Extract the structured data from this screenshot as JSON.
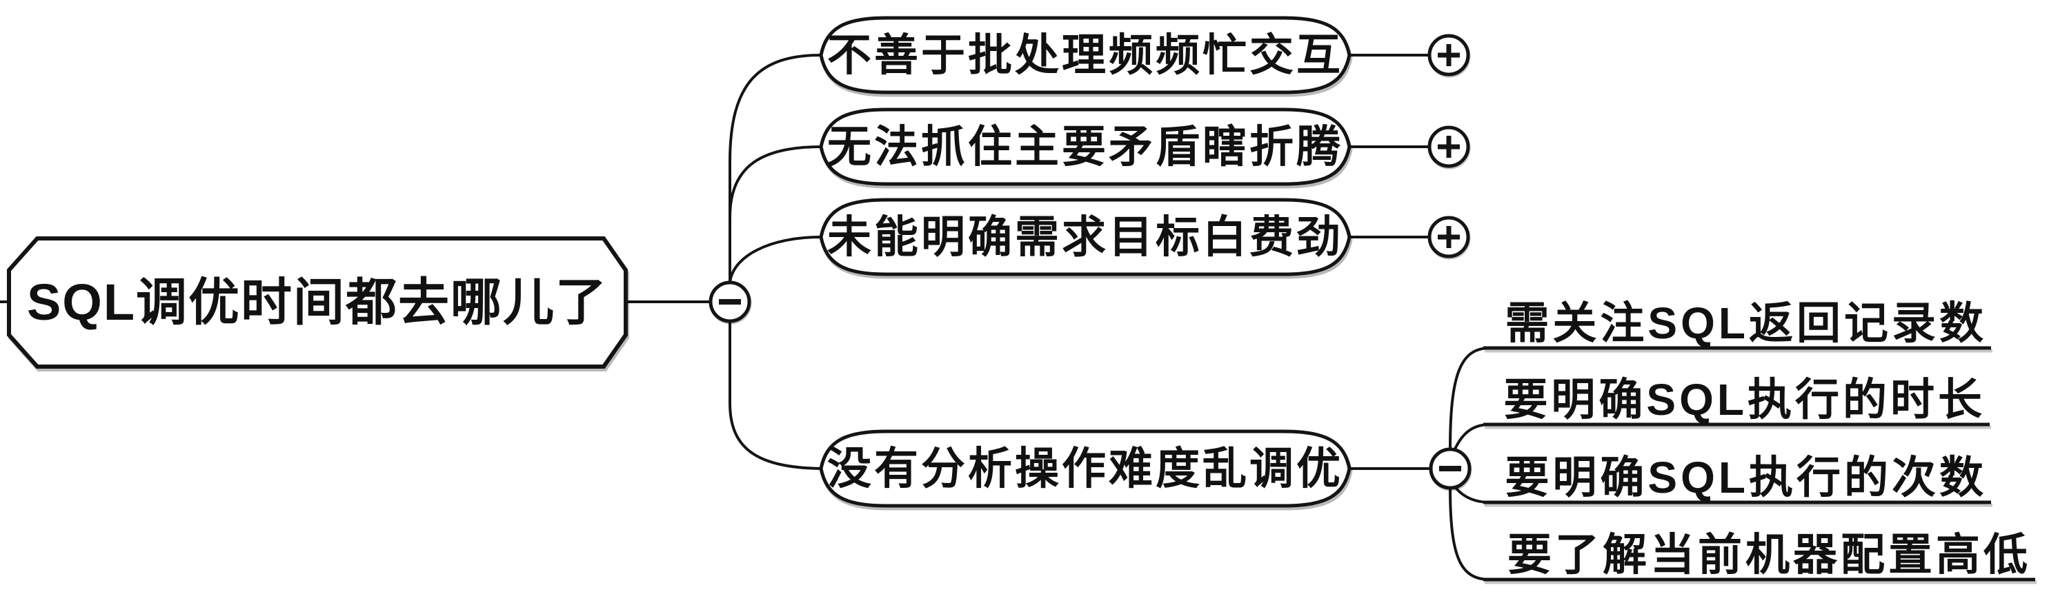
{
  "canvas": {
    "background_color": "#ffffff",
    "line_color": "#141414",
    "node_fill_color": "#ffffff",
    "text_color": "#111111"
  },
  "root": {
    "label": "SQL调优时间都去哪儿了",
    "collapser_icon": "minus-icon",
    "collapser_symbol": "−"
  },
  "branches": [
    {
      "label": "不善于批处理频频忙交互",
      "expander_icon": "plus-icon",
      "expander_symbol": "+"
    },
    {
      "label": "无法抓住主要矛盾瞎折腾",
      "expander_icon": "plus-icon",
      "expander_symbol": "+"
    },
    {
      "label": "未能明确需求目标白费劲",
      "expander_icon": "plus-icon",
      "expander_symbol": "+"
    },
    {
      "label": "没有分析操作难度乱调优",
      "expander_icon": "minus-icon",
      "expander_symbol": "−",
      "children": [
        {
          "label": "需关注SQL返回记录数"
        },
        {
          "label": "要明确SQL执行的时长"
        },
        {
          "label": "要明确SQL执行的次数"
        },
        {
          "label": "要了解当前机器配置高低"
        }
      ]
    }
  ]
}
